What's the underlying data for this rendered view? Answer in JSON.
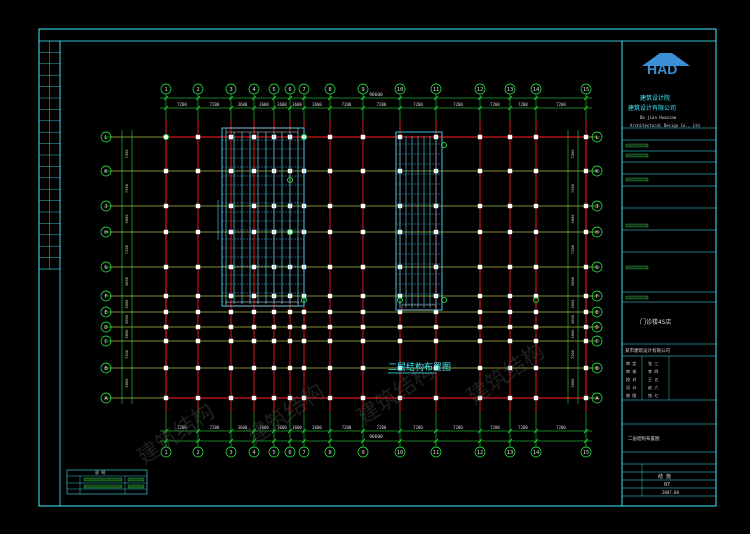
{
  "colors": {
    "background": "#000000",
    "frame": "#3cf0ff",
    "grid_major": "#e01818",
    "grid_green": "#27ff47",
    "structure": "#4dd3ff",
    "logo": "#3a8fd6"
  },
  "drawing": {
    "title": "二层结构布置图",
    "column_labels": [
      "1",
      "2",
      "3",
      "4",
      "5",
      "6",
      "7",
      "8",
      "9",
      "10",
      "11",
      "12",
      "13",
      "14",
      "15"
    ],
    "row_labels": [
      "L",
      "K",
      "J",
      "H",
      "G",
      "F",
      "E",
      "D",
      "C",
      "B",
      "A"
    ],
    "overall_dimension": "96600",
    "bay_dimensions": [
      "7200",
      "7200",
      "3600",
      "3600",
      "3600",
      "3600",
      "3600",
      "7200",
      "7200",
      "7200",
      "7200",
      "7200",
      "7200",
      "7200"
    ],
    "row_dimensions": [
      "7200",
      "7200",
      "3600",
      "7200",
      "3600",
      "3600",
      "3600",
      "3600",
      "7200",
      "3600"
    ]
  },
  "title_block": {
    "logo_text": "HAD",
    "company_line1": "建筑设计院",
    "company_line2": "建筑设计有限公司",
    "company_en1": "Ba jian Huaxiam",
    "company_en2": "Architectural Design Co., Ltd",
    "project_box": "门诊楼4S店",
    "company_full": "某市建筑设计有限公司",
    "rows": [
      {
        "k": "审 定",
        "v": "张 三"
      },
      {
        "k": "审 核",
        "v": "李 四"
      },
      {
        "k": "校 对",
        "v": "王 五"
      },
      {
        "k": "设 计",
        "v": "赵 六"
      },
      {
        "k": "制 图",
        "v": "钱 七"
      }
    ],
    "sheet_title": "二层结构布置图",
    "drawing_label": "结 施",
    "sheet_no": "07",
    "date": "2007.08"
  },
  "legend": {
    "title": "说 明"
  },
  "watermark": "建筑结构"
}
